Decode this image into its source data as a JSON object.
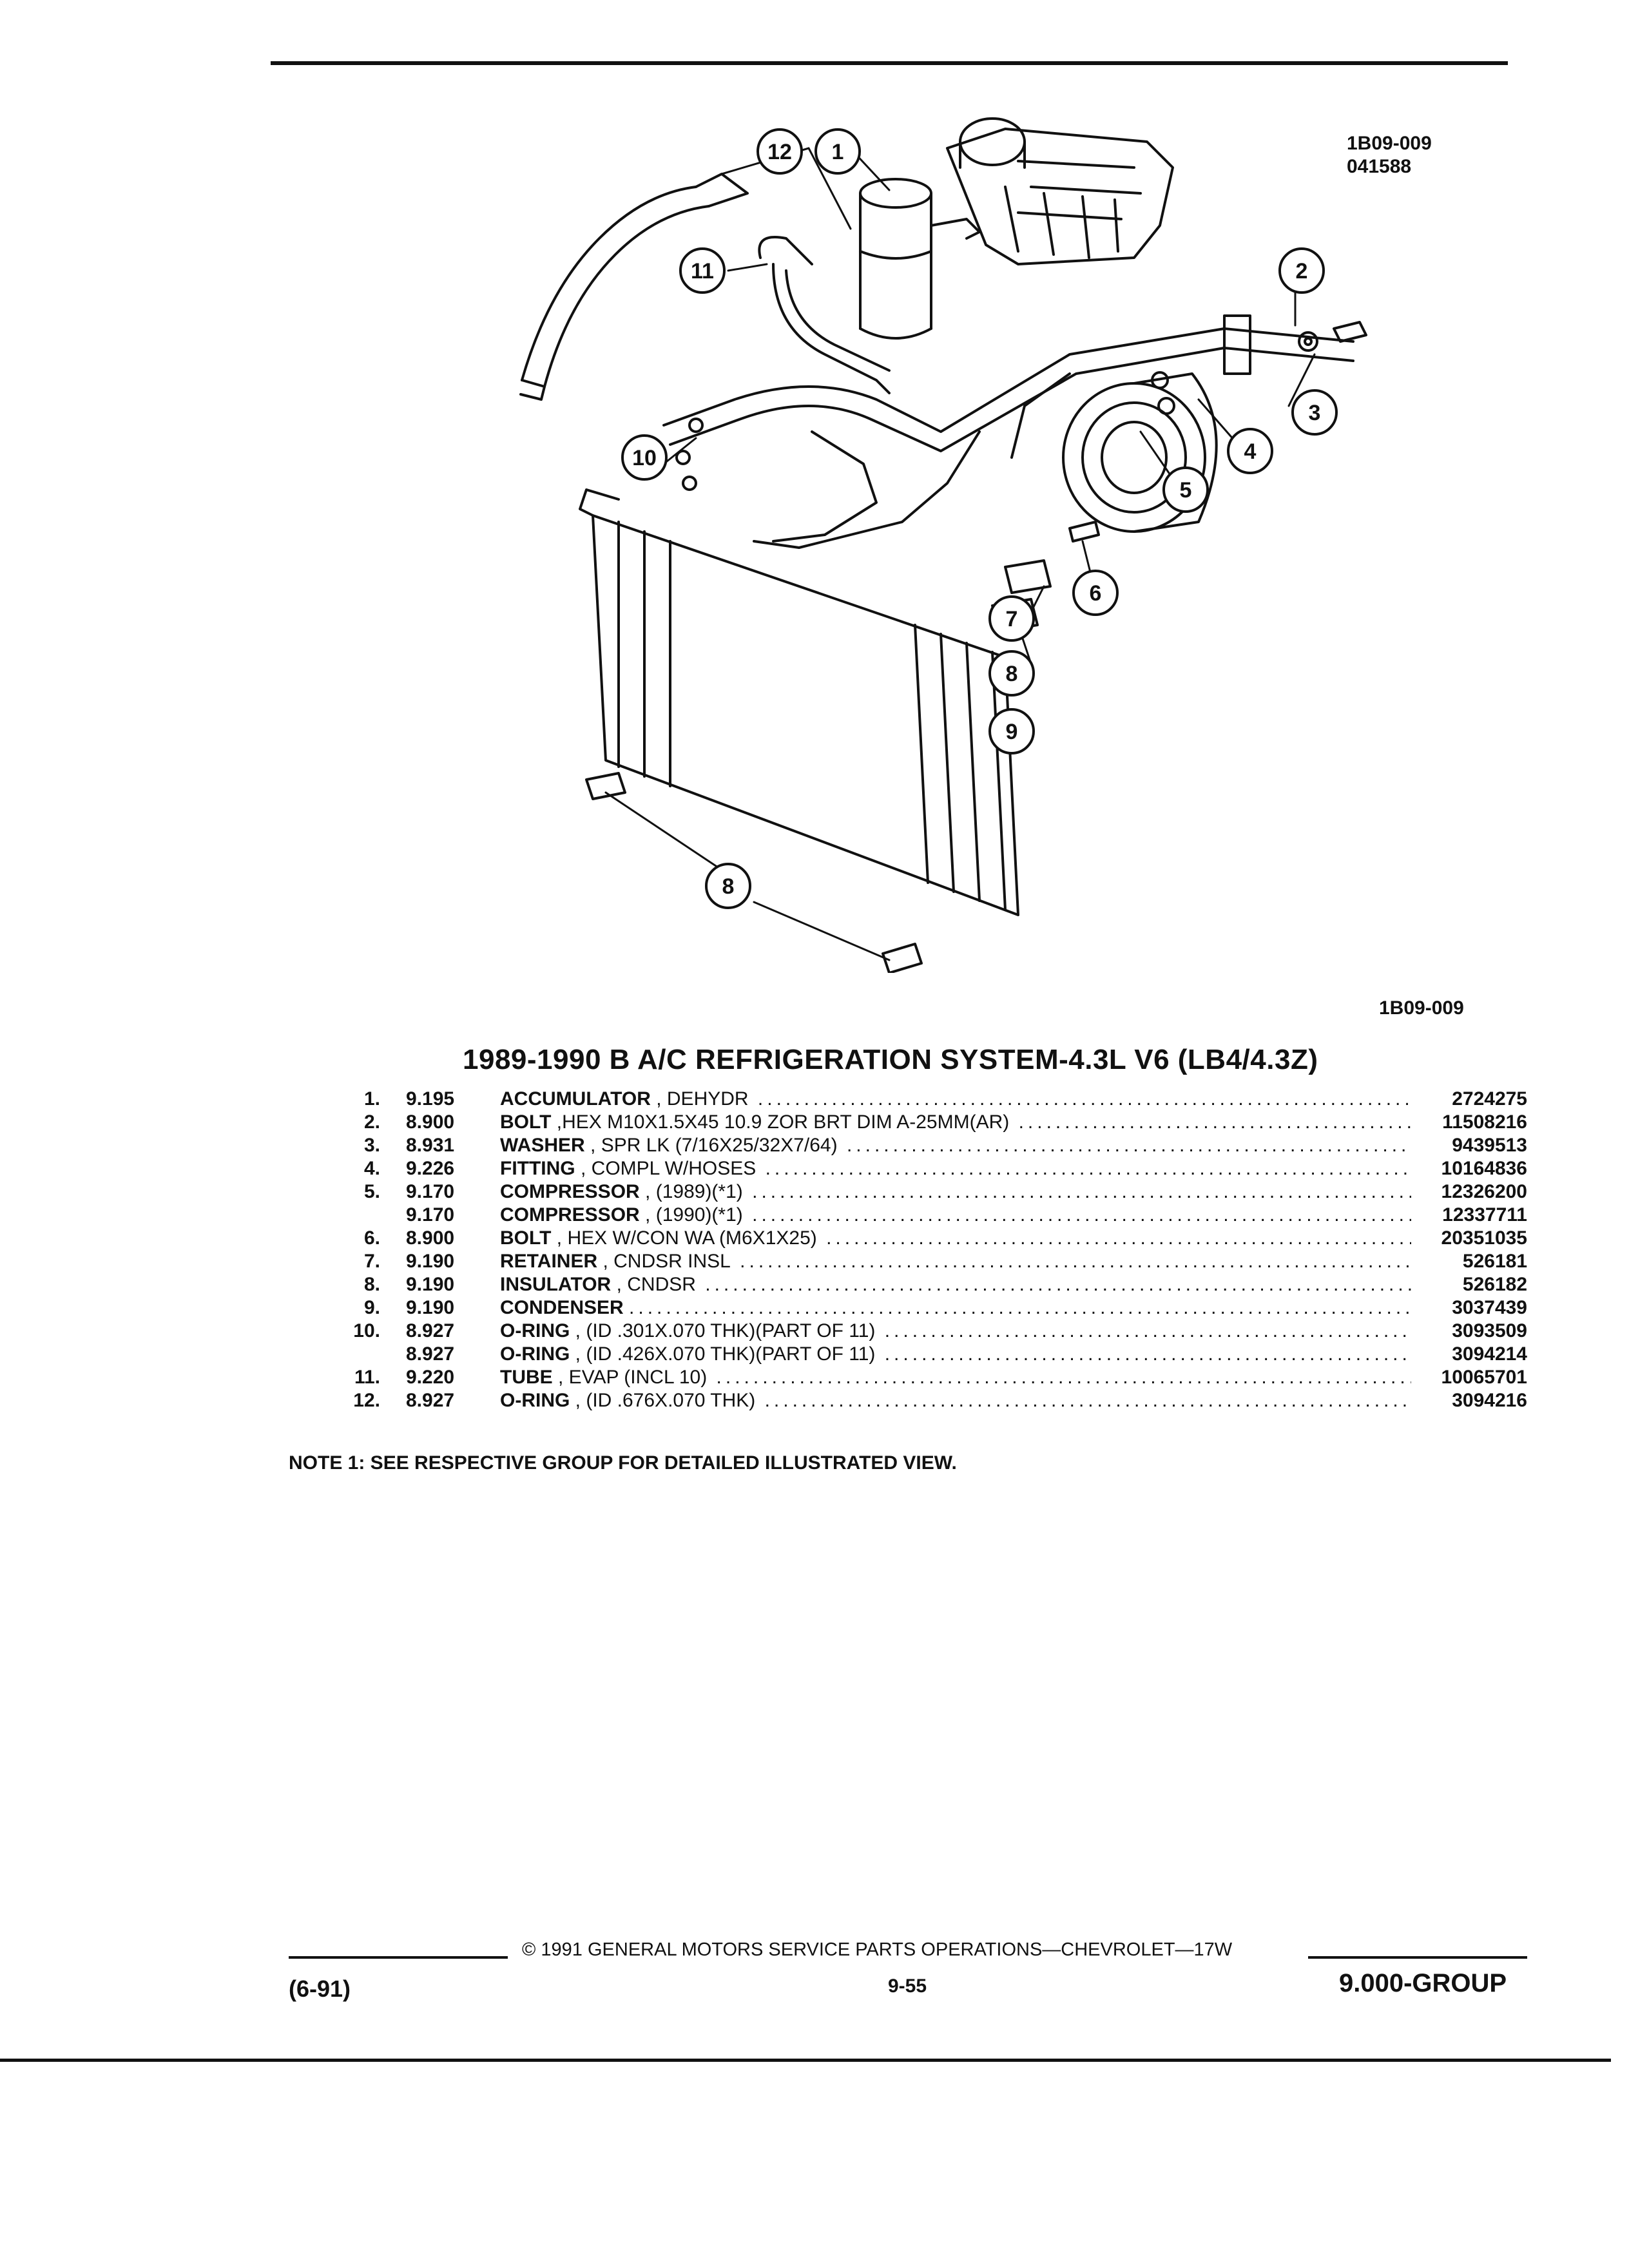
{
  "header": {
    "fig_code": "1B09-009",
    "fig_date": "041588"
  },
  "diagram": {
    "callouts": [
      "1",
      "2",
      "3",
      "4",
      "5",
      "6",
      "7",
      "8",
      "9",
      "10",
      "11",
      "12"
    ],
    "caption_code": "1B09-009"
  },
  "section": {
    "title": "1989-1990 B A/C REFRIGERATION SYSTEM-4.3L V6 (LB4/4.3Z)"
  },
  "parts": [
    {
      "num": "1.",
      "group": "9.195",
      "name": "ACCUMULATOR",
      "desc": ", DEHYDR",
      "part": "2724275"
    },
    {
      "num": "2.",
      "group": "8.900",
      "name": "BOLT",
      "desc": ",HEX M10X1.5X45 10.9 ZOR BRT DIM A-25MM(AR)",
      "part": "11508216"
    },
    {
      "num": "3.",
      "group": "8.931",
      "name": "WASHER",
      "desc": ", SPR LK (7/16X25/32X7/64)",
      "part": "9439513"
    },
    {
      "num": "4.",
      "group": "9.226",
      "name": "FITTING",
      "desc": ", COMPL W/HOSES",
      "part": "10164836"
    },
    {
      "num": "5.",
      "group": "9.170",
      "name": "COMPRESSOR",
      "desc": ", (1989)(*1)",
      "part": "12326200"
    },
    {
      "num": "",
      "group": "9.170",
      "name": "COMPRESSOR",
      "desc": ", (1990)(*1)",
      "part": "12337711"
    },
    {
      "num": "6.",
      "group": "8.900",
      "name": "BOLT",
      "desc": ", HEX W/CON WA (M6X1X25)",
      "part": "20351035"
    },
    {
      "num": "7.",
      "group": "9.190",
      "name": "RETAINER",
      "desc": ", CNDSR INSL",
      "part": "526181"
    },
    {
      "num": "8.",
      "group": "9.190",
      "name": "INSULATOR",
      "desc": ", CNDSR",
      "part": "526182"
    },
    {
      "num": "9.",
      "group": "9.190",
      "name": "CONDENSER",
      "desc": "",
      "part": "3037439"
    },
    {
      "num": "10.",
      "group": "8.927",
      "name": "O-RING",
      "desc": ", (ID .301X.070 THK)(PART OF 11)",
      "part": "3093509"
    },
    {
      "num": "",
      "group": "8.927",
      "name": "O-RING",
      "desc": ", (ID .426X.070 THK)(PART OF 11)",
      "part": "3094214"
    },
    {
      "num": "11.",
      "group": "9.220",
      "name": "TUBE",
      "desc": ", EVAP (INCL 10)",
      "part": "10065701"
    },
    {
      "num": "12.",
      "group": "8.927",
      "name": "O-RING",
      "desc": ", (ID .676X.070 THK)",
      "part": "3094216"
    }
  ],
  "note": "NOTE  1:  SEE RESPECTIVE GROUP FOR DETAILED ILLUSTRATED VIEW.",
  "footer": {
    "copyright": "©  1991  GENERAL MOTORS SERVICE PARTS OPERATIONS—CHEVROLET—17W",
    "date": "(6-91)",
    "page": "9-55",
    "group": "9.000-GROUP"
  }
}
